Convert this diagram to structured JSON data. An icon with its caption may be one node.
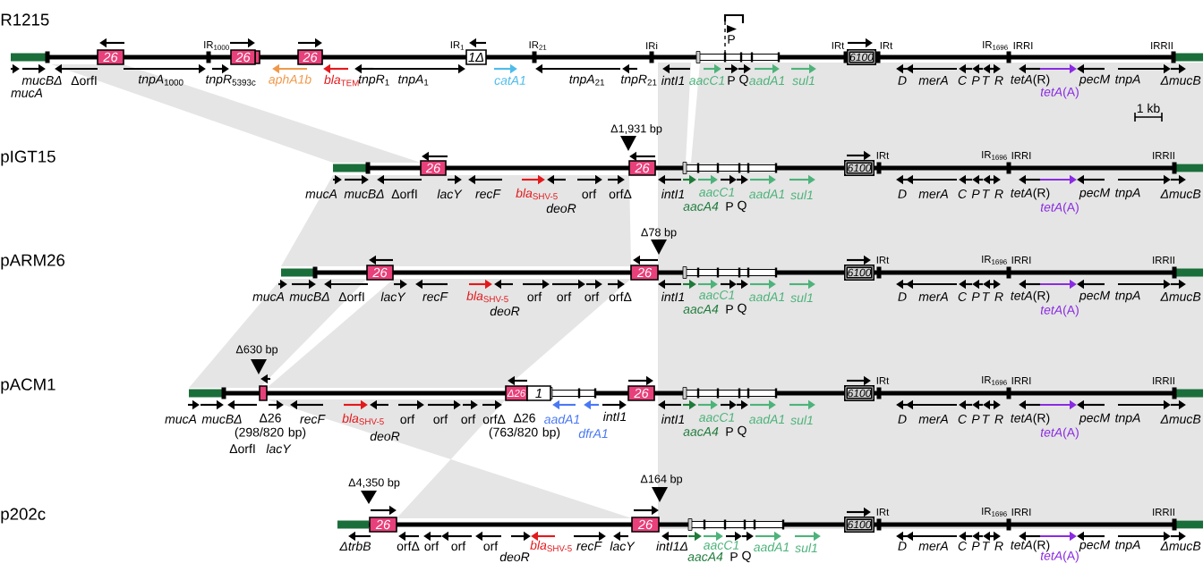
{
  "diagram": {
    "nodes": [
      {
        "text": [
          "26"
        ]
      },
      {
        "text": [
          "26"
        ]
      },
      {
        "text": [
          "26"
        ]
      },
      {
        "text": [
          "1Δ"
        ]
      },
      {
        "text": [
          "6100"
        ]
      },
      {
        "text": [
          "26"
        ]
      },
      {
        "text": [
          "26"
        ]
      },
      {
        "text": [
          "6100"
        ]
      },
      {
        "text": [
          "26"
        ]
      },
      {
        "text": [
          "26"
        ]
      },
      {
        "text": [
          "6100"
        ]
      },
      {
        "text": [],
        "shape": "box"
      },
      {
        "text": [
          "Δ26"
        ]
      },
      {
        "text": [
          "1"
        ]
      },
      {
        "text": [
          "26"
        ]
      },
      {
        "text": [
          "6100"
        ]
      },
      {
        "text": [
          "26"
        ]
      },
      {
        "text": [
          "26"
        ]
      },
      {
        "text": [
          "6100"
        ]
      }
    ],
    "labels": [
      "R1215",
      "IR$_{1000}$",
      "IR$_{1}$",
      "IR$_{21}$",
      "IRi",
      "P",
      "IRt",
      "IRt",
      "IR$_{1696}$",
      "IRRI",
      "IRRII",
      "mucA",
      "mucBΔ",
      "ΔorfI",
      "*tnpA*$_{1000}$",
      "*tnpR*$_{5393c}$",
      "aphA1b",
      "*bla*$_{TEM}$",
      "*tnpR*$_{1}$",
      "*tnpA*$_{1}$",
      "catA1",
      "*tnpA*$_{21}$",
      "*tnpR*$_{21}$",
      "intI1",
      "aacC1",
      "P",
      "Q",
      "aadA1",
      "sul1",
      "D",
      "merA",
      "C",
      "P",
      "T",
      "R",
      "*tetA*(R)",
      "*tetA*(A)",
      "pecM",
      "tnpA",
      "ΔmucB",
      "1 kb",
      "pIGT15",
      "Δ1,931 bp",
      "IRt",
      "IR$_{1696}$",
      "IRRI",
      "IRRII",
      "mucA",
      "mucBΔ",
      "ΔorfI",
      "lacY",
      "recF",
      "*bla*$_{SHV-5}$",
      "deoR",
      "orf",
      "orfΔ",
      "intI1",
      "aacC1",
      "aacA4",
      "P",
      "Q",
      "aadA1",
      "sul1",
      "D",
      "merA",
      "C",
      "P",
      "T",
      "R",
      "*tetA*(R)",
      "*tetA*(A)",
      "pecM",
      "tnpA",
      "ΔmucB",
      "pARM26",
      "Δ78 bp",
      "IRt",
      "IR$_{1696}$",
      "IRRI",
      "IRRII",
      "mucA",
      "mucBΔ",
      "ΔorfI",
      "lacY",
      "recF",
      "*bla*$_{SHV-5}$",
      "deoR",
      "orf",
      "orf",
      "orf",
      "orfΔ",
      "intI1",
      "aacC1",
      "aacA4",
      "P",
      "Q",
      "aadA1",
      "sul1",
      "D",
      "merA",
      "C",
      "P",
      "T",
      "R",
      "*tetA*(R)",
      "*tetA*(A)",
      "pecM",
      "tnpA",
      "ΔmucB",
      "pACM1",
      "Δ630 bp",
      "IRt",
      "IR$_{1696}$",
      "IRRI",
      "IRRII",
      "mucA",
      "mucBΔ",
      "Δ26 (298/820 bp)",
      "ΔorfI",
      "lacY",
      "recF",
      "*bla*$_{SHV-5}$",
      "deoR",
      "orf",
      "orf",
      "orf",
      "orfΔ",
      "Δ26 (763/820 bp)",
      "aadA1",
      "dfrA1",
      "intI1",
      "intI1",
      "aacC1",
      "aacA4",
      "P",
      "Q",
      "aadA1",
      "sul1",
      "D",
      "merA",
      "C",
      "P",
      "T",
      "R",
      "*tetA*(R)",
      "*tetA*(A)",
      "pecM",
      "tnpA",
      "ΔmucB",
      "p202c",
      "Δ4,350 bp",
      "Δ164 bp",
      "IRt",
      "IR$_{1696}$",
      "IRRI",
      "IRRII",
      "ΔtrbB",
      "orfΔ",
      "orf",
      "orf",
      "orf",
      "deoR",
      "*bla*$_{SHV-5}$",
      "recF",
      "lacY",
      "intI1Δ",
      "aacC1",
      "aacA4",
      "P",
      "Q",
      "aadA1",
      "sul1",
      "D",
      "merA",
      "C",
      "P",
      "T",
      "R",
      "*tetA*(R)",
      "*tetA*(A)",
      "pecM",
      "tnpA",
      "ΔmucB"
    ]
  }
}
